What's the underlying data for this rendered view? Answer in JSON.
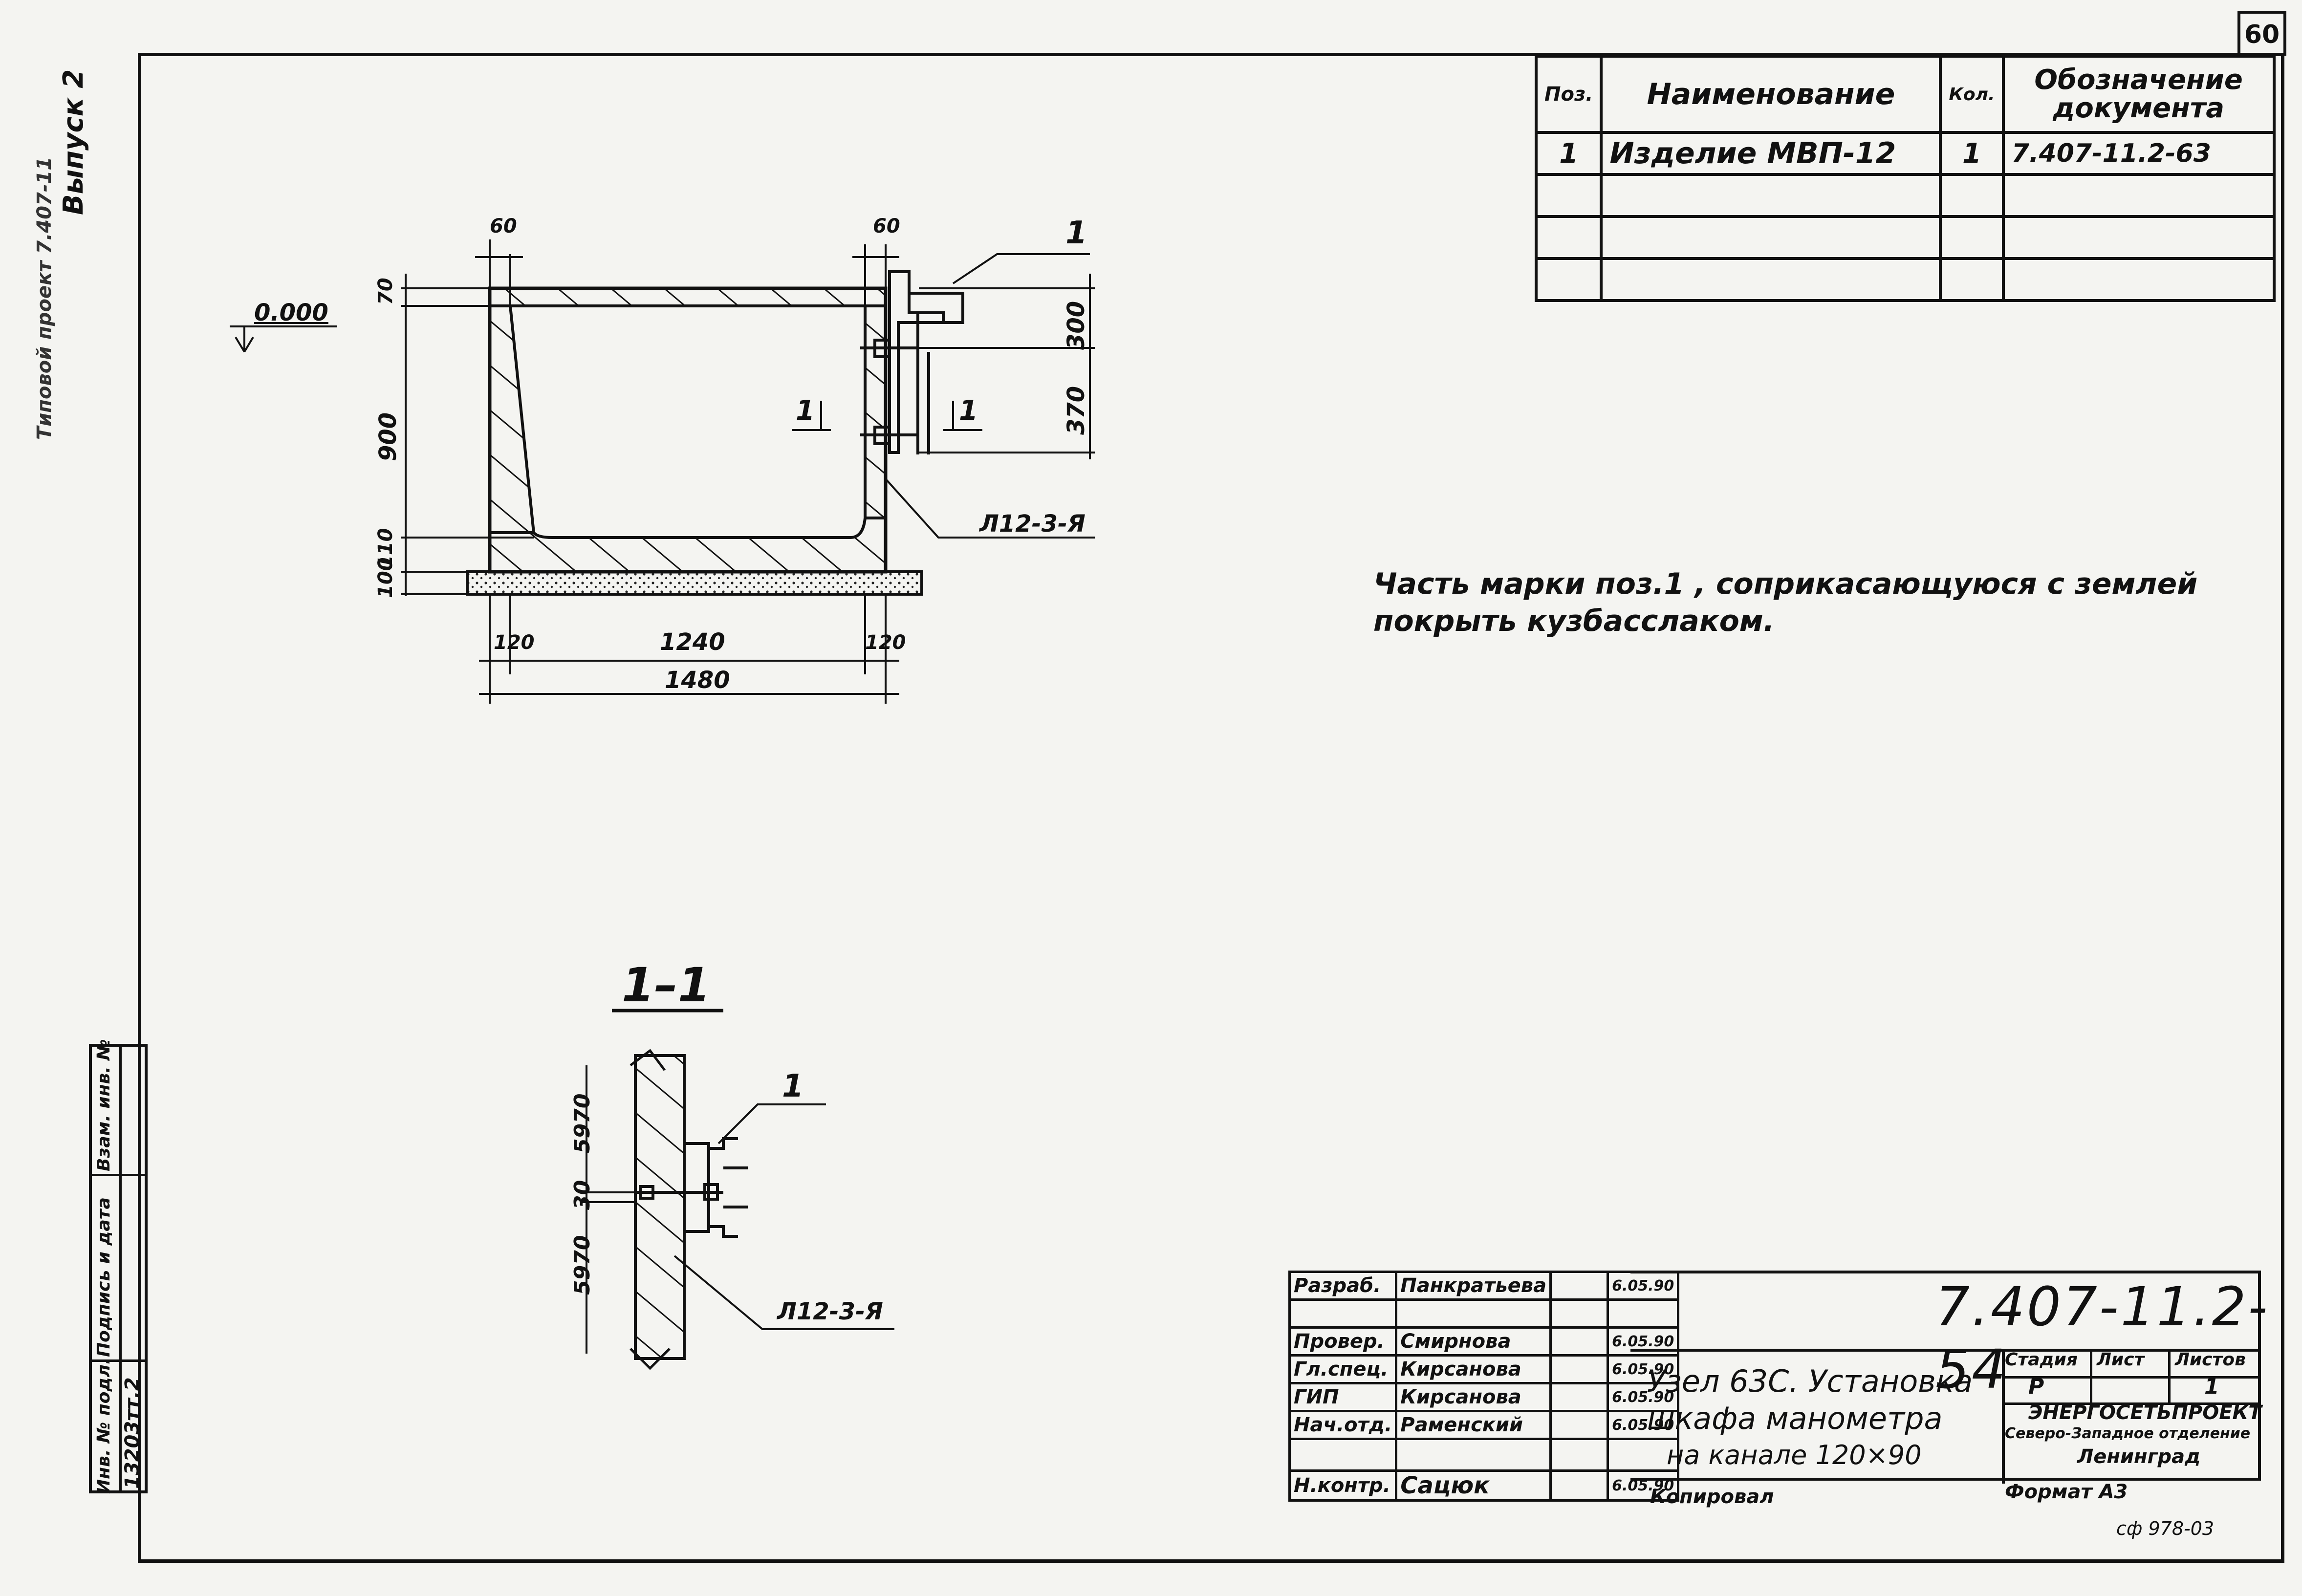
{
  "sheet_number": "60",
  "spec_table": {
    "headers": {
      "pos": "Поз.",
      "name": "Наименование",
      "qty": "Кол.",
      "doc": "Обозначение документа"
    },
    "rows": [
      {
        "pos": "1",
        "name": "Изделие МВП-12",
        "qty": "1",
        "doc": "7.407-11.2-63"
      }
    ]
  },
  "drawing": {
    "level_mark": "0.000",
    "dims_top": [
      "60",
      "60"
    ],
    "dims_left": [
      "70",
      "900",
      "110",
      "100"
    ],
    "dims_right": [
      "300",
      "370"
    ],
    "dims_bottom": [
      "120",
      "1240",
      "120"
    ],
    "dim_total": "1480",
    "callout_pos": "1",
    "section_marks": [
      "1",
      "1"
    ],
    "wall_label": "Л12-3-Я",
    "section_title": "1–1",
    "section_dims": [
      "5970",
      "30",
      "5970"
    ],
    "section_callout": "1",
    "section_wall_label": "Л12-3-Я"
  },
  "note": {
    "line1": "Часть марки поз.1 , соприкасающуюся с землей",
    "line2": "покрыть кузбасслаком."
  },
  "side_text": {
    "line1": "Типовой проект 7.407-11",
    "line2": "Выпуск 2"
  },
  "stamp_left": {
    "labels": [
      "Инв. № подл.",
      "Подпись и дата",
      "Взам. инв. №"
    ],
    "inv_no": "13203тт.2"
  },
  "title_block": {
    "doc_code": "7.407-11.2-54",
    "rows": [
      {
        "role": "Разраб.",
        "name": "Панкратьева",
        "date": "6.05.90"
      },
      {
        "role": "Провер.",
        "name": "Смирнова",
        "date": "6.05.90"
      },
      {
        "role": "Гл.спец.",
        "name": "Кирсанова",
        "date": "6.05.90"
      },
      {
        "role": "ГИП",
        "name": "Кирсанова",
        "date": "6.05.90"
      },
      {
        "role": "Нач.отд.",
        "name": "Раменский",
        "date": "6.05.90"
      },
      {
        "role": "",
        "name": "",
        "date": ""
      },
      {
        "role": "Н.контр.",
        "name": "Сацюк",
        "date": "6.05.90"
      }
    ],
    "title_line1": "Узел 63С. Установка",
    "title_line2": "шкафа манометра",
    "title_line3": "на канале 120×90",
    "stage_header": "Стадия",
    "sheet_header": "Лист",
    "sheets_header": "Листов",
    "stage": "Р",
    "sheet": "",
    "sheets": "1",
    "org1": "ЭНЕРГОСЕТЬПРОЕКТ",
    "org2": "Северо-Западное отделение",
    "org3": "Ленинград",
    "copied": "Копировал",
    "format": "Формат А3",
    "archive_no": "сф 978-03"
  }
}
